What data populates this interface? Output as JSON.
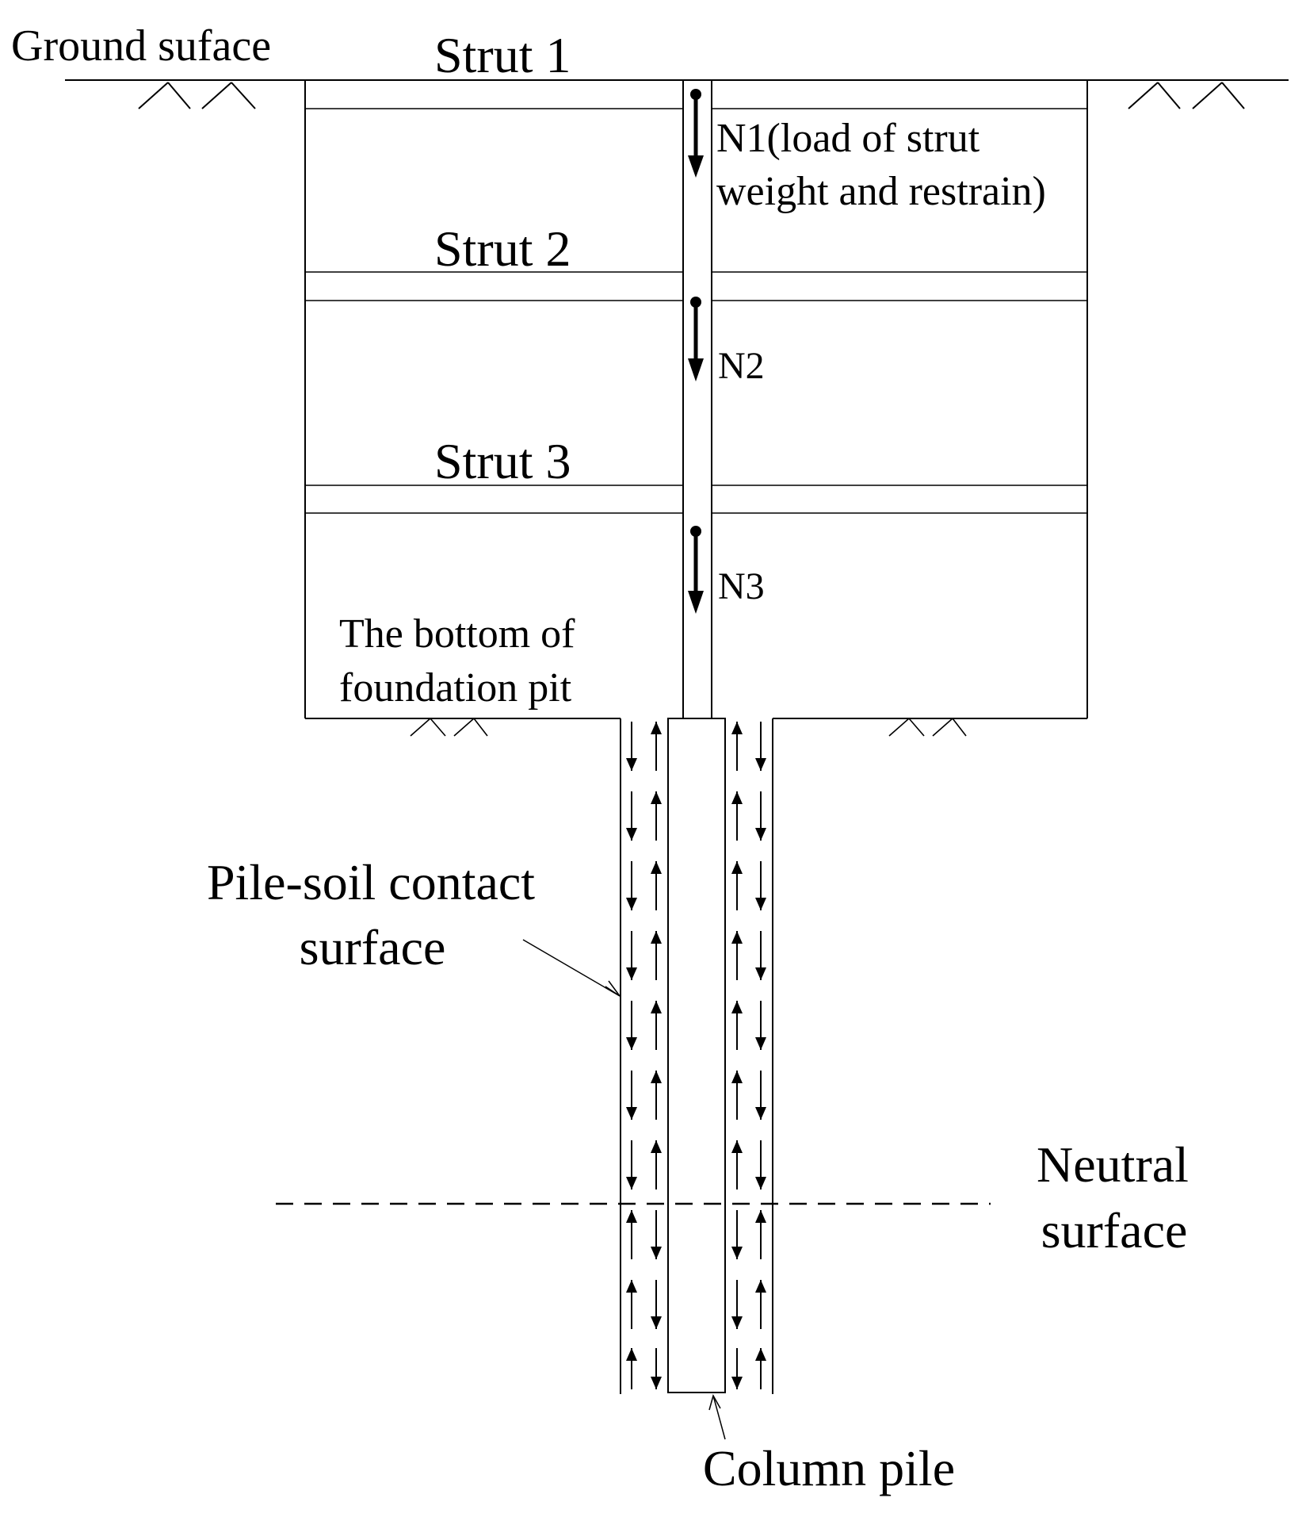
{
  "labels": {
    "ground_surface": "Ground suface",
    "strut1": "Strut 1",
    "strut2": "Strut 2",
    "strut3": "Strut 3",
    "n1_line1": "N1(load of strut",
    "n1_line2": "weight and restrain)",
    "n2": "N2",
    "n3": "N3",
    "pit_bottom_line1": "The bottom of",
    "pit_bottom_line2": "foundation pit",
    "contact_line1": "Pile-soil contact",
    "contact_line2": "surface",
    "neutral_line1": "Neutral",
    "neutral_line2": "surface",
    "column_pile": "Column pile"
  },
  "colors": {
    "stroke": "#000000",
    "background": "#ffffff"
  }
}
